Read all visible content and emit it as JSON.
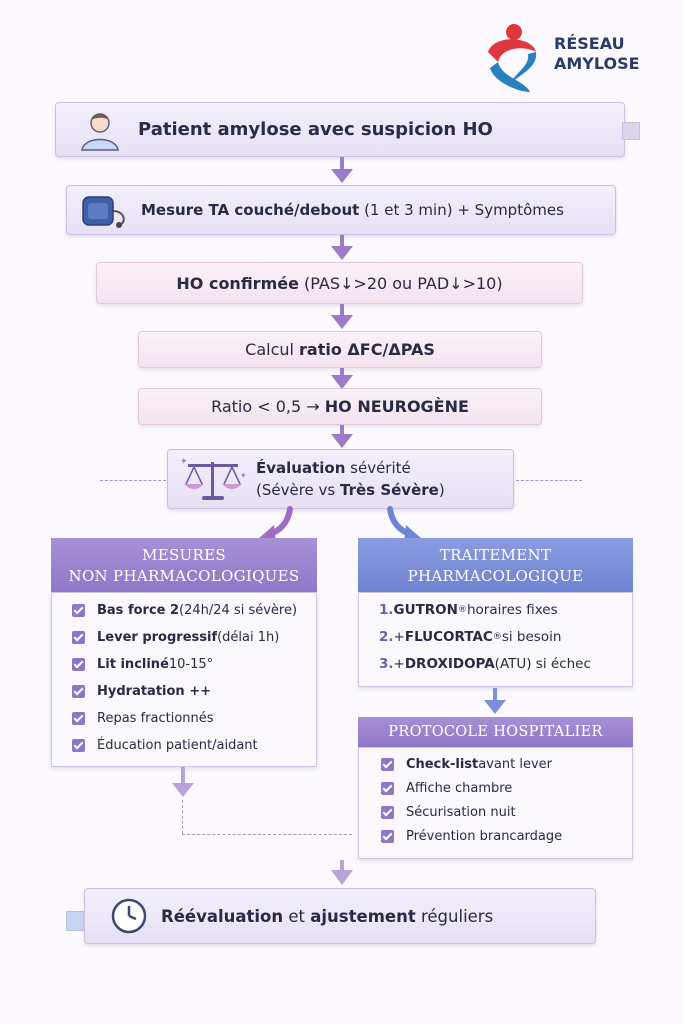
{
  "logo": {
    "line1": "RÉSEAU",
    "line2": "AMYLOSE"
  },
  "step1": {
    "text": "Patient amylose avec suspicion HO"
  },
  "step2": {
    "bold": "Mesure TA couché/debout",
    "rest": " (1 et 3 min) + Symptômes"
  },
  "step3": {
    "bold": "HO confirmée",
    "rest": " (PAS↓>20 ou PAD↓>10)"
  },
  "step4": {
    "pre": "Calcul ",
    "bold": "ratio ΔFC/ΔPAS"
  },
  "step5": {
    "pre": "Ratio < 0,5 → ",
    "bold": "HO NEUROGÈNE"
  },
  "step6": {
    "line1_bold": "Évaluation",
    "line1_rest": " sévérité",
    "line2_pre": "(Sévère vs ",
    "line2_bold": "Très Sévère",
    "line2_post": ")"
  },
  "left_panel": {
    "title1": "MESURES",
    "title2": "NON PHARMACOLOGIQUES",
    "items": [
      {
        "bold": "Bas force 2",
        "rest": " (24h/24 si sévère)"
      },
      {
        "bold": "Lever progressif",
        "rest": " (délai 1h)"
      },
      {
        "bold": "Lit incliné",
        "rest": " 10-15°"
      },
      {
        "bold": "Hydratation ++",
        "rest": ""
      },
      {
        "bold": "",
        "rest": "Repas fractionnés"
      },
      {
        "bold": "",
        "rest": "Éducation patient/aidant"
      }
    ]
  },
  "right_panel": {
    "title1": "TRAITEMENT",
    "title2": "PHARMACOLOGIQUE",
    "items": [
      {
        "num": "1.",
        "pre": " ",
        "bold": "GUTRON",
        "sup": "®",
        "rest": " horaires fixes"
      },
      {
        "num": "2.",
        "pre": " + ",
        "bold": "FLUCORTAC",
        "sup": "®",
        "rest": " si besoin"
      },
      {
        "num": "3.",
        "pre": " + ",
        "bold": "DROXIDOPA",
        "sup": "",
        "rest": " (ATU) si échec"
      }
    ]
  },
  "protocol": {
    "title": "PROTOCOLE HOSPITALIER",
    "items": [
      {
        "bold": "Check-list",
        "rest": " avant lever"
      },
      {
        "bold": "",
        "rest": "Affiche chambre"
      },
      {
        "bold": "",
        "rest": "Sécurisation nuit"
      },
      {
        "bold": "",
        "rest": "Prévention brancardage"
      }
    ]
  },
  "final": {
    "b1": "Réévaluation",
    "m1": " et ",
    "b2": "ajustement",
    "m2": " réguliers"
  },
  "colors": {
    "purple_head": "#9b84cf",
    "blue_head": "#7d8fd9",
    "arrow": "#9a7cc8",
    "accent_red": "#e0373f",
    "accent_blue": "#2a7fc1"
  }
}
